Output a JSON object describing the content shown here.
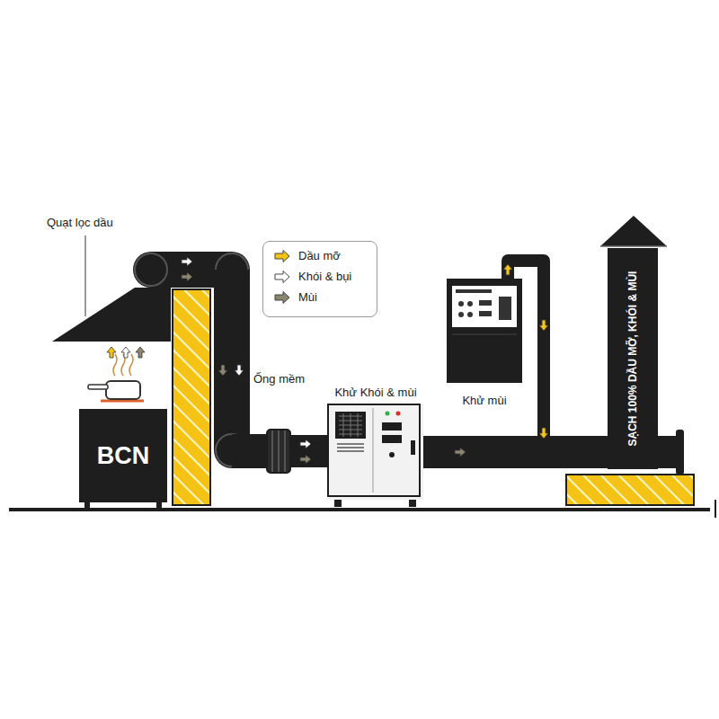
{
  "diagram": {
    "nodes": [
      {
        "text": [
          "BCN"
        ]
      },
      {
        "text": [
          "Khử Khói & mùi"
        ]
      },
      {
        "text": [
          "Khử mùi"
        ]
      },
      {
        "text": [
          "SẠCH 100% DẦU MỠ, KHÓI & MÙI"
        ]
      }
    ],
    "edges": [
      {
        "from": 1,
        "to": 3,
        "arrow": "none"
      },
      {
        "from": 2,
        "to": 3,
        "arrow": "none"
      }
    ],
    "labels": [
      "Quạt lọc dầu",
      "Ống mềm"
    ],
    "legend": [
      {
        "text": "Dầu mỡ",
        "color": "#f5c316"
      },
      {
        "text": "Khói & bụi",
        "color": "#ffffff"
      },
      {
        "text": "Mùi",
        "color": "#8c8670"
      }
    ]
  }
}
